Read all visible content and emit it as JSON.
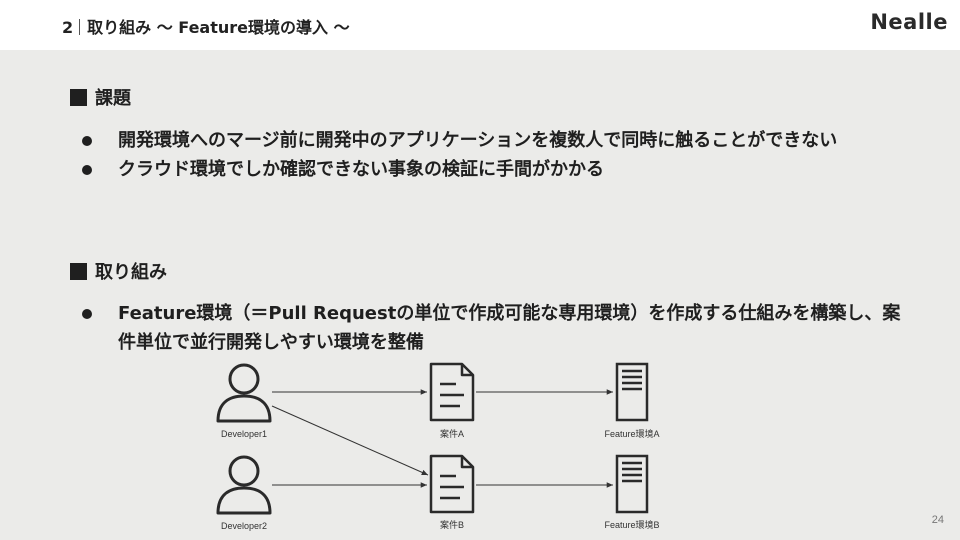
{
  "header": {
    "slide_number": "2",
    "title": "取り組み 〜 Feature環境の導入 〜",
    "logo": "Nealle"
  },
  "issues": {
    "heading": "課題",
    "bullets": [
      "開発環境へのマージ前に開発中のアプリケーションを複数人で同時に触ることができない",
      "クラウド環境でしか確認できない事象の検証に手間がかかる"
    ]
  },
  "initiative": {
    "heading": "取り組み",
    "bullets": [
      "Feature環境（＝Pull Requestの単位で作成可能な専用環境）を作成する仕組みを構築し、案件単位で並行開発しやすい環境を整備"
    ]
  },
  "diagram": {
    "developers": [
      "Developer1",
      "Developer2"
    ],
    "cases": [
      "案件A",
      "案件B"
    ],
    "environments": [
      "Feature環境A",
      "Feature環境B"
    ],
    "icons": {
      "developer": "person-icon",
      "case": "document-icon",
      "environment": "server-icon"
    }
  },
  "page_number": "24"
}
